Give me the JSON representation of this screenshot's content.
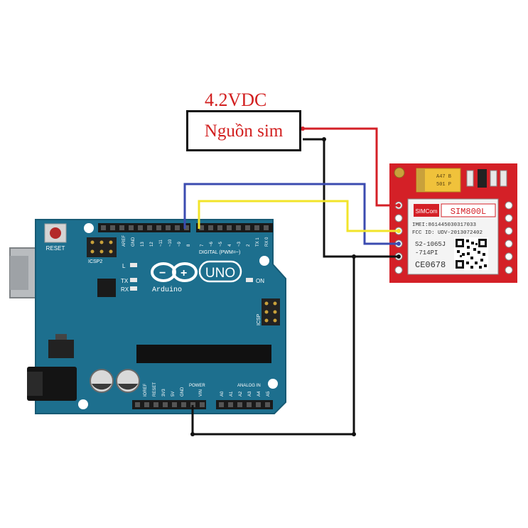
{
  "power": {
    "voltage_label": "4.2VDC",
    "box_label": "Nguồn sim"
  },
  "arduino": {
    "reset_label": "RESET",
    "icsp2_label": "ICSP2",
    "icsp_label": "ICSP",
    "aref_label": "AREF",
    "gnd_label": "GND",
    "digital_label": "DIGITAL (PWM=~)",
    "l_label": "L",
    "tx_label": "TX",
    "rx_label": "RX",
    "on_label": "ON",
    "uno_label": "UNO",
    "brand_label": "Arduino",
    "power_label": "POWER",
    "analog_label": "ANALOG IN",
    "ioref_label": "IOREF",
    "reset_pin_label": "RESET",
    "v33_label": "3V3",
    "v5_label": "5V",
    "vin_label": "VIN",
    "analog_pins": [
      "A0",
      "A1",
      "A2",
      "A3",
      "A4",
      "A5"
    ],
    "digital_pins_high": [
      "13",
      "12",
      "~11",
      "~10",
      "~9",
      "8"
    ],
    "digital_pins_low": [
      "7",
      "~6",
      "~5",
      "4",
      "~3",
      "2",
      "TX 1",
      "RX 0"
    ]
  },
  "sim_module": {
    "model": "SIM800L",
    "brand": "SIMCom",
    "imei": "IMEI:861445030317033",
    "fccid": "FCC ID: UDV-2013072402",
    "serial": "S2-1065J",
    "serial2": "-714PI",
    "ce_mark": "CE0678",
    "cap_text_1": "A47 B",
    "cap_text_2": "501 P"
  },
  "colors": {
    "board": "#1d6f8e",
    "sim_board": "#d42027",
    "wire_red": "#d42027",
    "wire_black": "#111111",
    "wire_blue": "#3b4bb0",
    "wire_yellow": "#f2e42a",
    "label_red": "#d21f1f"
  }
}
